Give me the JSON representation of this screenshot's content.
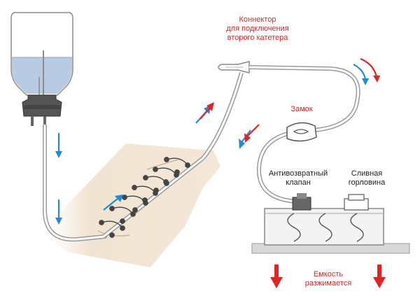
{
  "labels": {
    "connector_line1": "Коннектор",
    "connector_line2": "для подключения",
    "connector_line3": "второго катетера",
    "lock": "Замок",
    "valve_line1": "Антивозвратный",
    "valve_line2": "клапан",
    "drain_line1": "Сливная",
    "drain_line2": "горловина",
    "container_line1": "Емкость",
    "container_line2": "разжимается"
  },
  "colors": {
    "flow_arrow": "#1f8dd6",
    "red_arrow": "#e02424",
    "fluid": "#b9cbe3",
    "tube": "#9a9a9a",
    "skin": "#f3e8db"
  }
}
